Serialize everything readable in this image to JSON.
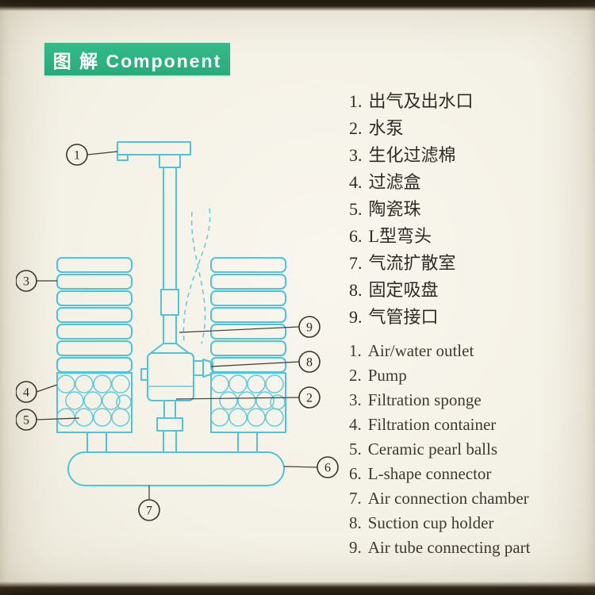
{
  "badge": {
    "label": "图 解 Component"
  },
  "colors": {
    "badge_green": "#2eb483",
    "diagram_cyan": "#4cc4d9",
    "ink": "#35332c",
    "paper": "#f4f1e6"
  },
  "callouts": [
    "1",
    "2",
    "3",
    "4",
    "5",
    "6",
    "7",
    "8",
    "9"
  ],
  "legend_cn": {
    "items": [
      {
        "num": "1.",
        "label": "出气及出水口"
      },
      {
        "num": "2.",
        "label": "水泵"
      },
      {
        "num": "3.",
        "label": "生化过滤棉"
      },
      {
        "num": "4.",
        "label": "过滤盒"
      },
      {
        "num": "5.",
        "label": "陶瓷珠"
      },
      {
        "num": "6.",
        "label": "L型弯头"
      },
      {
        "num": "7.",
        "label": "气流扩散室"
      },
      {
        "num": "8.",
        "label": "固定吸盘"
      },
      {
        "num": "9.",
        "label": "气管接口"
      }
    ]
  },
  "legend_en": {
    "items": [
      {
        "num": "1.",
        "label": "Air/water outlet"
      },
      {
        "num": "2.",
        "label": "Pump"
      },
      {
        "num": "3.",
        "label": "Filtration sponge"
      },
      {
        "num": "4.",
        "label": "Filtration container"
      },
      {
        "num": "5.",
        "label": "Ceramic pearl balls"
      },
      {
        "num": "6.",
        "label": "L-shape connector"
      },
      {
        "num": "7.",
        "label": "Air connection chamber"
      },
      {
        "num": "8.",
        "label": "Suction cup holder"
      },
      {
        "num": "9.",
        "label": "Air tube connecting part"
      }
    ]
  }
}
